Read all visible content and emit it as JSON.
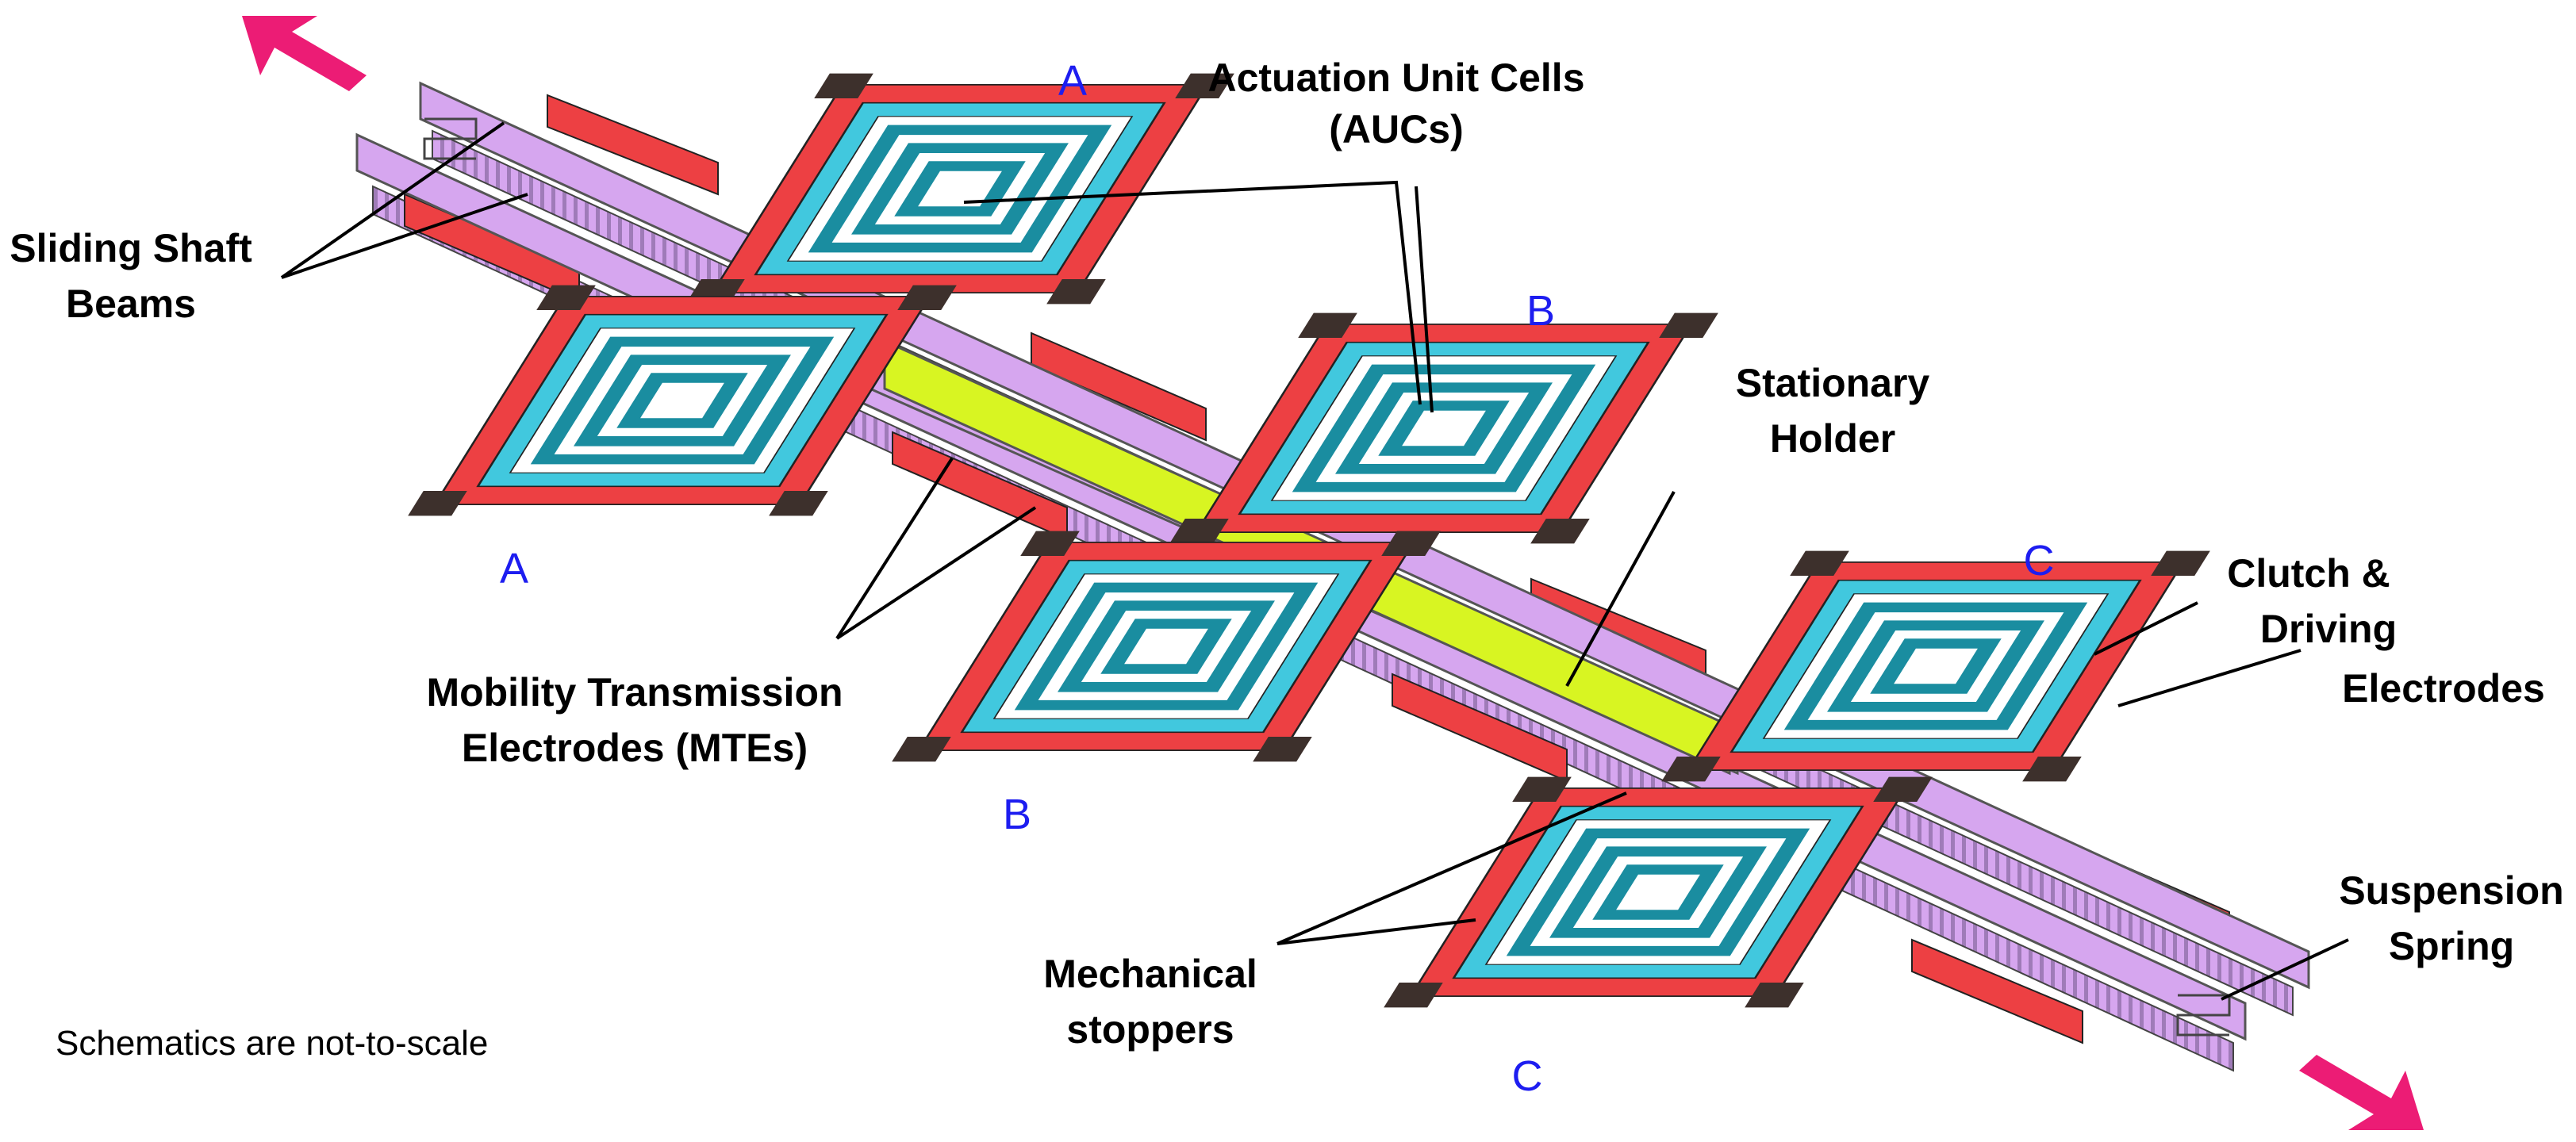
{
  "labels": {
    "actuation": [
      "Actuation Unit Cells",
      "(AUCs)"
    ],
    "sliding": [
      "Sliding Shaft",
      "Beams"
    ],
    "stationary": [
      "Stationary",
      "Holder"
    ],
    "mobility": [
      "Mobility Transmission",
      "Electrodes (MTEs)"
    ],
    "clutch": [
      "Clutch &",
      "Driving",
      "Electrodes"
    ],
    "mechanical": [
      "Mechanical",
      "stoppers"
    ],
    "suspension": [
      "Suspension",
      "Spring"
    ]
  },
  "groups": [
    "A",
    "A",
    "B",
    "B",
    "C",
    "C"
  ],
  "note": "Schematics are not-to-scale",
  "colors": {
    "shaft": "#d6a6ef",
    "holder": "#d8f522",
    "electrode": "#ed4043",
    "cell": "#41c8de",
    "stopper": "#3d302c",
    "arrow": "#ec1c75",
    "group_label": "#1d1df0"
  }
}
